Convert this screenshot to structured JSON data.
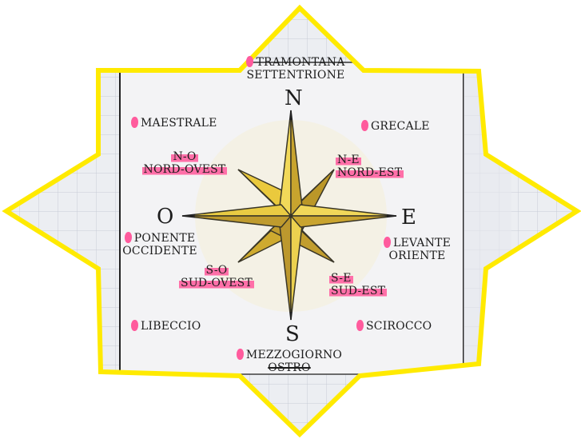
{
  "cardinals": {
    "north": "N",
    "south": "S",
    "east": "E",
    "west": "O"
  },
  "winds": {
    "north": [
      "TRAMONTANA",
      "SETTENTRIONE"
    ],
    "northwest": "MAESTRALE",
    "northeast": "GRECALE",
    "west": [
      "PONENTE",
      "OCCIDENTE"
    ],
    "east": [
      "LEVANTE",
      "ORIENTE"
    ],
    "southwest": "LIBECCIO",
    "southeast": "SCIROCCO",
    "south": [
      "MEZZOGIORNO",
      "OSTRO"
    ]
  },
  "intercardinals": {
    "no": {
      "abbr": "N-O",
      "name": "NORD-OVEST"
    },
    "ne": {
      "abbr": "N-E",
      "name": "NORD-EST"
    },
    "so": {
      "abbr": "S-O",
      "name": "SUD-OVEST"
    },
    "se": {
      "abbr": "S-E",
      "name": "SUD-EST"
    }
  },
  "colors": {
    "frame": "#ffea00",
    "star_fill": "#e3c032",
    "star_shade": "#b08e1e",
    "highlight": "#ff6fa8",
    "paper": "#f3f3f5",
    "grid": "#c7ccd6"
  }
}
